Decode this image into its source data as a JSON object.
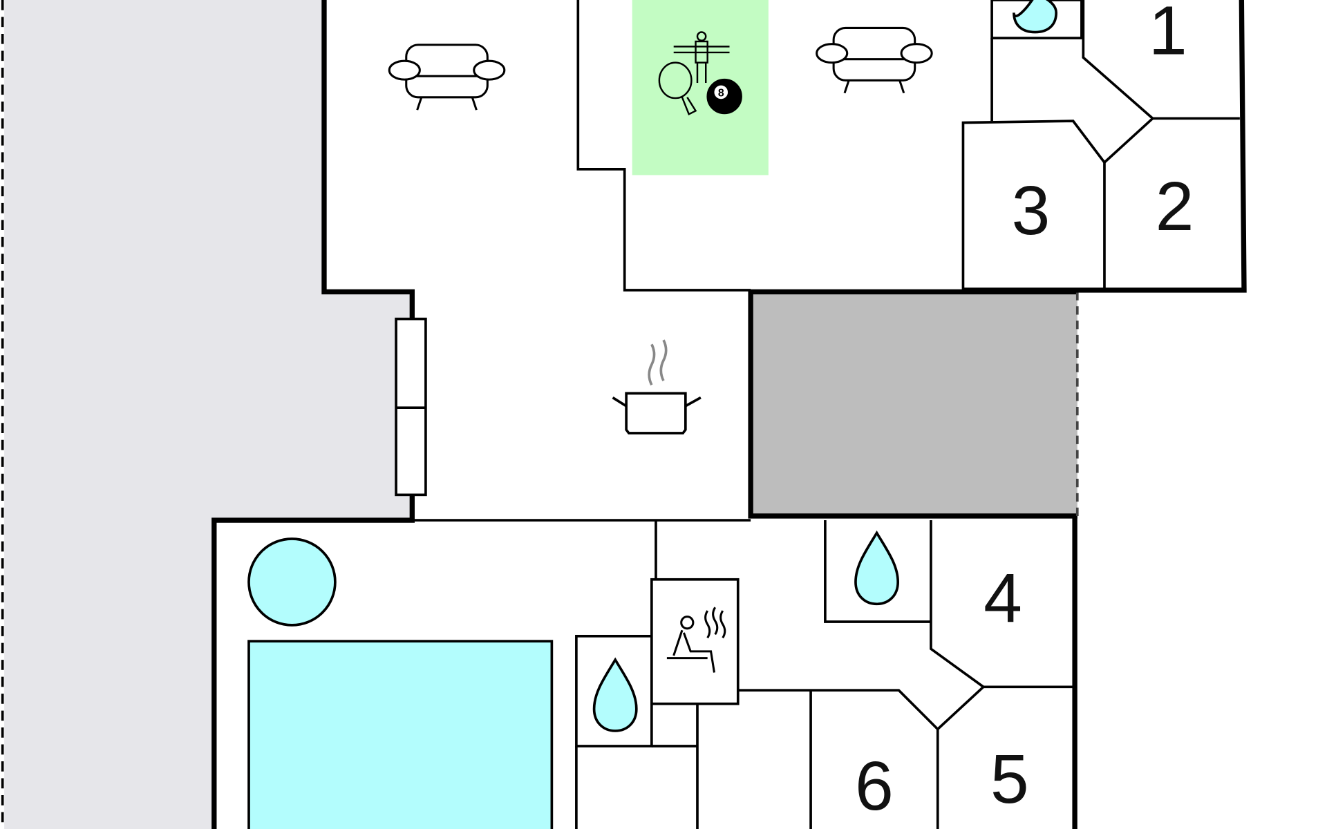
{
  "plan": {
    "room_numbers": [
      "1",
      "2",
      "3",
      "4",
      "5",
      "6"
    ],
    "billiard_ball_number": "8"
  },
  "colors": {
    "outdoor": "#e6e6ea",
    "pool_water": "#b3fdfd",
    "game_area": "#c3fcc3",
    "covered_area": "#bdbdbd",
    "wall": "#000000"
  },
  "icons": [
    "sofa-icon",
    "sofa-icon",
    "game-room-icon",
    "cooking-pot-icon",
    "water-drop-icon",
    "water-drop-icon",
    "water-drop-icon",
    "sauna-icon",
    "hot-tub-icon",
    "pool"
  ]
}
